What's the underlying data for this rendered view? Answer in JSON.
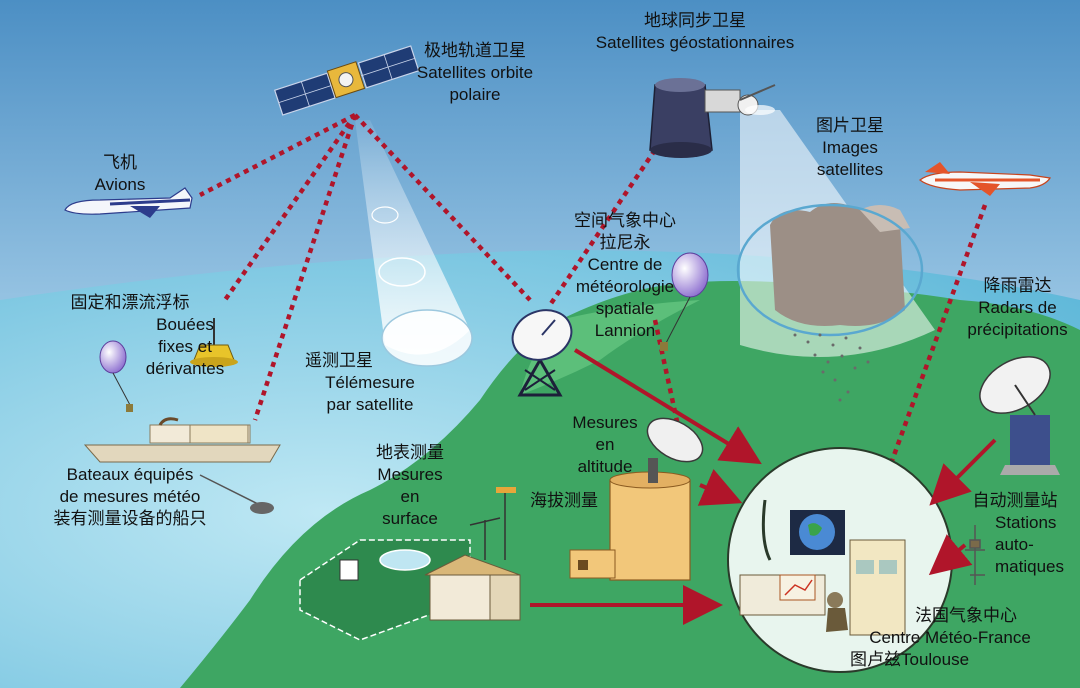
{
  "labels": {
    "polar": {
      "zh": "极地轨道卫星",
      "fr": "Satellites orbite\npolaire"
    },
    "geo": {
      "zh": "地球同步卫星",
      "fr": "Satellites géostationnaires"
    },
    "images": {
      "zh": "图片卫星",
      "fr": "Images\nsatellites"
    },
    "avions": {
      "zh": "飞机",
      "fr": "Avions"
    },
    "lannion": {
      "zh": "空间气象中心\n拉尼永",
      "fr": "Centre de\nmétéorologie\nspatiale\nLannion"
    },
    "bouees": {
      "zh": "固定和漂流浮标",
      "fr": "Bouées\nfixes et\ndérivantes"
    },
    "radars": {
      "zh": "降雨雷达",
      "fr": "Radars de\nprécipitations"
    },
    "telemesure": {
      "zh": "遥测卫星",
      "fr": "Télémesure\npar satellite"
    },
    "altitude": {
      "fr": "Mesures\nen\naltitude",
      "zh": "海拔测量"
    },
    "surface": {
      "zh": "地表测量",
      "fr": "Mesures\nen\nsurface"
    },
    "bateaux": {
      "fr": "Bateaux équipés\nde mesures météo",
      "zh": "装有测量设备的船只"
    },
    "stations": {
      "zh": "自动测量站",
      "fr": "Stations\nauto-\nmatiques"
    },
    "toulouse": {
      "zh1": "法国气象中心",
      "fr": "Centre Météo-France",
      "zh2": "图卢兹",
      "fr2": "Toulouse"
    }
  },
  "colors": {
    "sky": "#7fb6d8",
    "sea": "#6cc4dc",
    "land": "#3aa564",
    "link_dotted": "#b0152a",
    "arrow": "#b0152a"
  }
}
